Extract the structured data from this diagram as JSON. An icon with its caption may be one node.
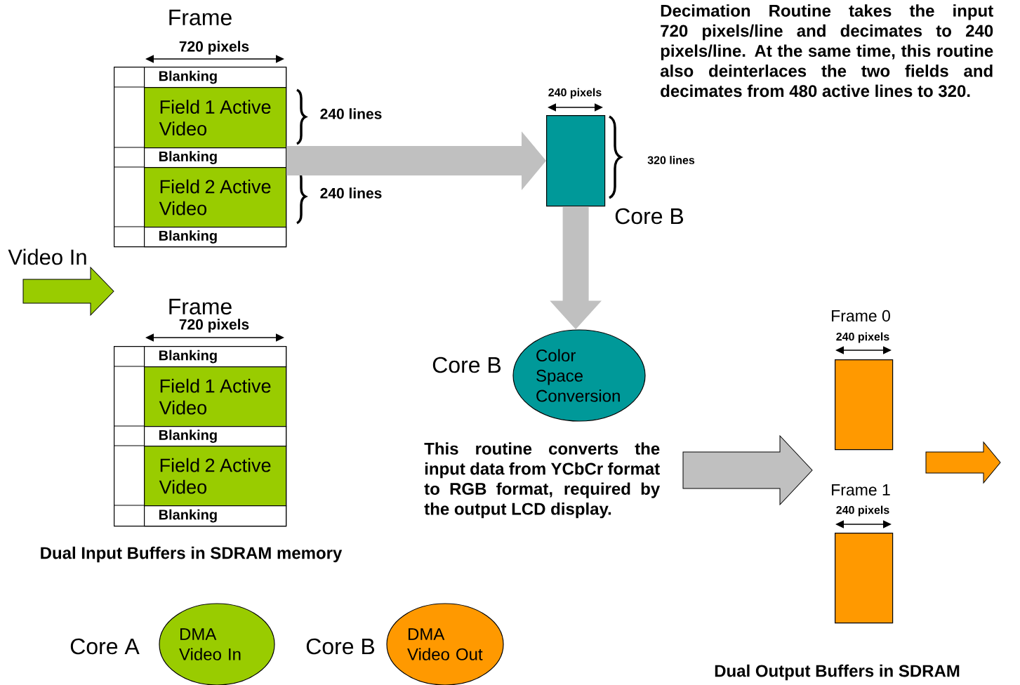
{
  "diagram": {
    "nodes": [
      {
        "text": [
          "Frame"
        ]
      },
      {
        "text": [
          "Blanking"
        ],
        "in": 0
      },
      {
        "text": [
          "Field 1 Active Video"
        ],
        "in": 0
      },
      {
        "text": [
          "Blanking"
        ],
        "in": 0
      },
      {
        "text": [
          "Field 2 Active Video"
        ],
        "in": 0
      },
      {
        "text": [
          "Blanking"
        ],
        "in": 0
      },
      {
        "text": [],
        "shape": "box",
        "beside": [
          "Core B"
        ]
      },
      {
        "text": [
          "Frame"
        ]
      },
      {
        "text": [
          "Blanking"
        ],
        "in": 7
      },
      {
        "text": [
          "Field 1 Active Video"
        ],
        "in": 7
      },
      {
        "text": [
          "Blanking"
        ],
        "in": 7
      },
      {
        "text": [
          "Field 2 Active Video"
        ],
        "in": 7
      },
      {
        "text": [
          "Blanking"
        ],
        "in": 7
      },
      {
        "text": [
          "Color Space Conversion"
        ],
        "beside": [
          "Core B"
        ]
      },
      {
        "text": [
          "Frame 0"
        ]
      },
      {
        "text": [
          "Frame 1"
        ]
      },
      {
        "text": [
          "DMA Video In"
        ],
        "beside": [
          "Core A"
        ]
      },
      {
        "text": [
          "DMA Video Out"
        ],
        "beside": [
          "Core B"
        ]
      }
    ],
    "edges": [
      {
        "from": 0,
        "to": 6,
        "arrow": "to",
        "color": "#c0c0c0"
      },
      {
        "from": 6,
        "to": 13,
        "arrow": "to",
        "color": "#c0c0c0"
      }
    ],
    "labels": [
      "Decimation Routine takes the input 720 pixels/line and decimates to 240 pixels/line. At the same time, this routine also deinterlaces the two fields and decimates from 480 active lines to 320.",
      "720 pixels",
      "240 pixels",
      "240 lines",
      "320 lines",
      "240 lines",
      "Video In",
      "720 pixels",
      "240 pixels",
      "This routine converts the input data from YCbCr format to RGB format, required by the output LCD display.",
      "240 pixels",
      "Dual Input Buffers in SDRAM memory",
      "Dual Output Buffers in SDRAM"
    ]
  }
}
